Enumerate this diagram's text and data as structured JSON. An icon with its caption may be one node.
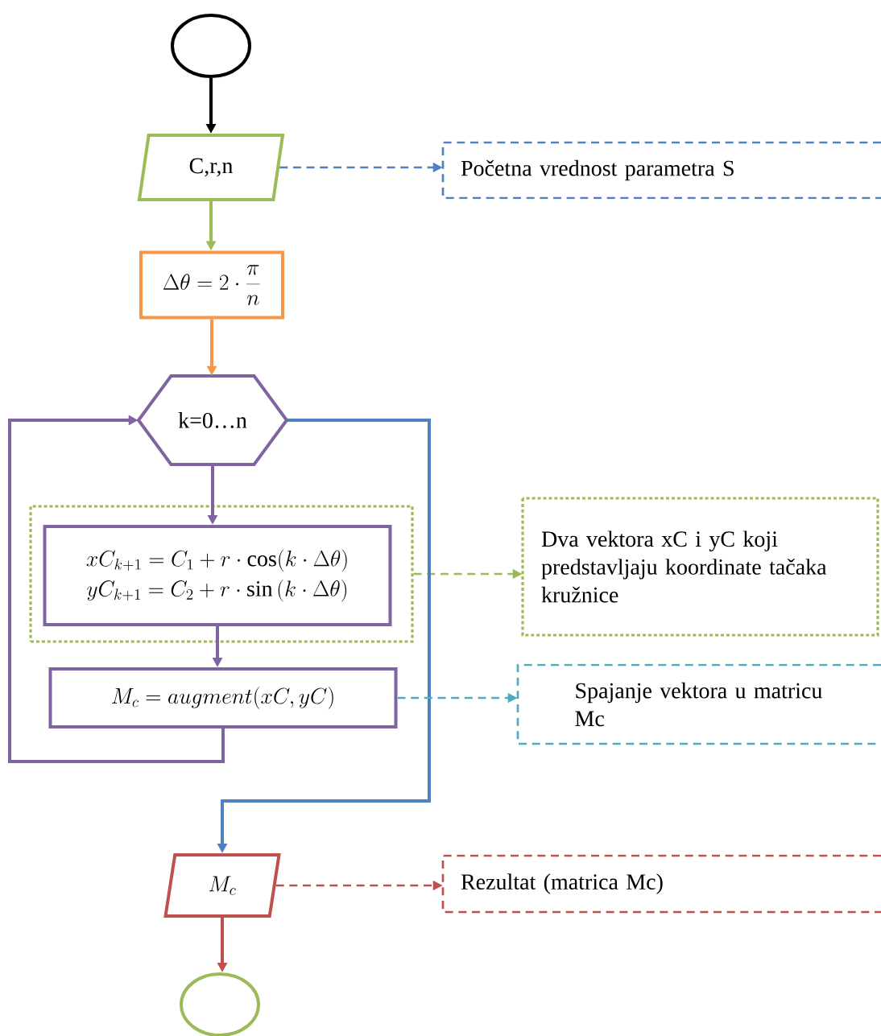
{
  "diagram": {
    "nodes": [
      {
        "text": [],
        "shape": "circle"
      },
      {
        "text": [
          "C,r,n"
        ]
      },
      {
        "text": [
          "Početna vrednost parametra S"
        ]
      },
      {
        "text": [
          "\\Delta\\theta = 2\\cdot\\frac{\\pi}{n}"
        ]
      },
      {
        "text": [
          "k=0…n"
        ]
      },
      {
        "text": [],
        "shape": "box"
      },
      {
        "text": [
          "xC_{k+1} = C_1 + r\\cdot\\cos(k\\cdot\\Delta\\theta)",
          "yC_{k+1} = C_2 + r\\cdot\\sin\\,(k\\cdot\\Delta\\theta)"
        ],
        "in": 5
      },
      {
        "text": [
          "Dva vektora xC i yC koji predstavljaju koordinate tačaka kružnice"
        ]
      },
      {
        "text": [
          "M_c = augment(xC, yC)"
        ]
      },
      {
        "text": [
          "Spajanje vektora u matricu Mc"
        ]
      },
      {
        "text": [
          "M_c"
        ]
      },
      {
        "text": [
          "Rezultat (matrica Mc)"
        ]
      },
      {
        "text": [],
        "shape": "circle"
      }
    ],
    "edges": [
      {
        "from": 0,
        "to": 1,
        "arrow": "to",
        "color": "#000000"
      },
      {
        "from": 1,
        "to": 2,
        "arrow": "to",
        "style": "dashed",
        "color": "#4f81bd"
      },
      {
        "from": 1,
        "to": 3,
        "arrow": "to",
        "color": "#9bbb59"
      },
      {
        "from": 3,
        "to": 4,
        "arrow": "to",
        "color": "#f79646"
      },
      {
        "from": 4,
        "to": 6,
        "arrow": "to",
        "color": "#8064a2"
      },
      {
        "from": 5,
        "to": 7,
        "arrow": "to",
        "style": "dashed",
        "color": "#9bbb59"
      },
      {
        "from": 6,
        "to": 8,
        "arrow": "to",
        "color": "#8064a2"
      },
      {
        "from": 8,
        "to": 4,
        "arrow": "to",
        "color": "#8064a2"
      },
      {
        "from": 4,
        "to": 10,
        "arrow": "to",
        "color": "#4f81bd"
      },
      {
        "from": 8,
        "to": 9,
        "arrow": "to",
        "style": "dashed",
        "color": "#4bacc6"
      },
      {
        "from": 10,
        "to": 11,
        "arrow": "to",
        "style": "dashed",
        "color": "#c0504d"
      },
      {
        "from": 10,
        "to": 12,
        "arrow": "to",
        "color": "#c0504d"
      }
    ]
  }
}
